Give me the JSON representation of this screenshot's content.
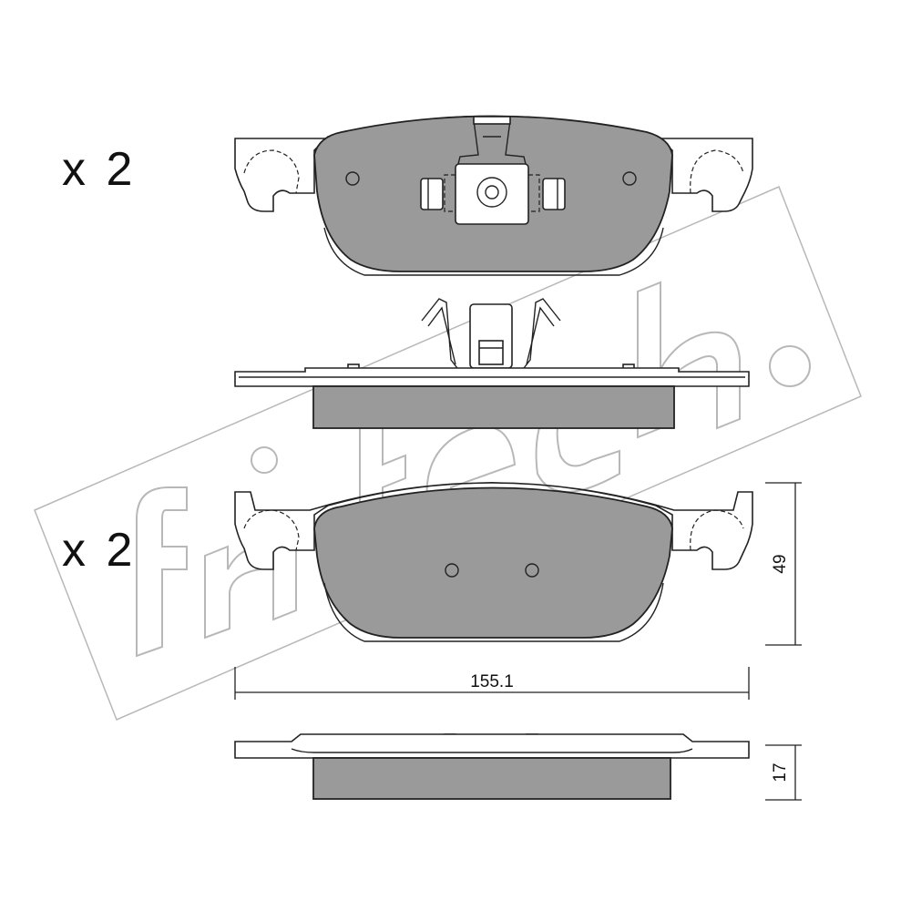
{
  "quantity_top": "x 2",
  "quantity_bottom": "x 2",
  "dimensions": {
    "width": "155.1",
    "height": "49",
    "thickness": "17"
  },
  "watermark": {
    "text": "fri.tech.",
    "kind": "logo"
  },
  "colors": {
    "friction_material": "#9a9a9a",
    "line": "#222222",
    "watermark": "#b8b8b8"
  }
}
